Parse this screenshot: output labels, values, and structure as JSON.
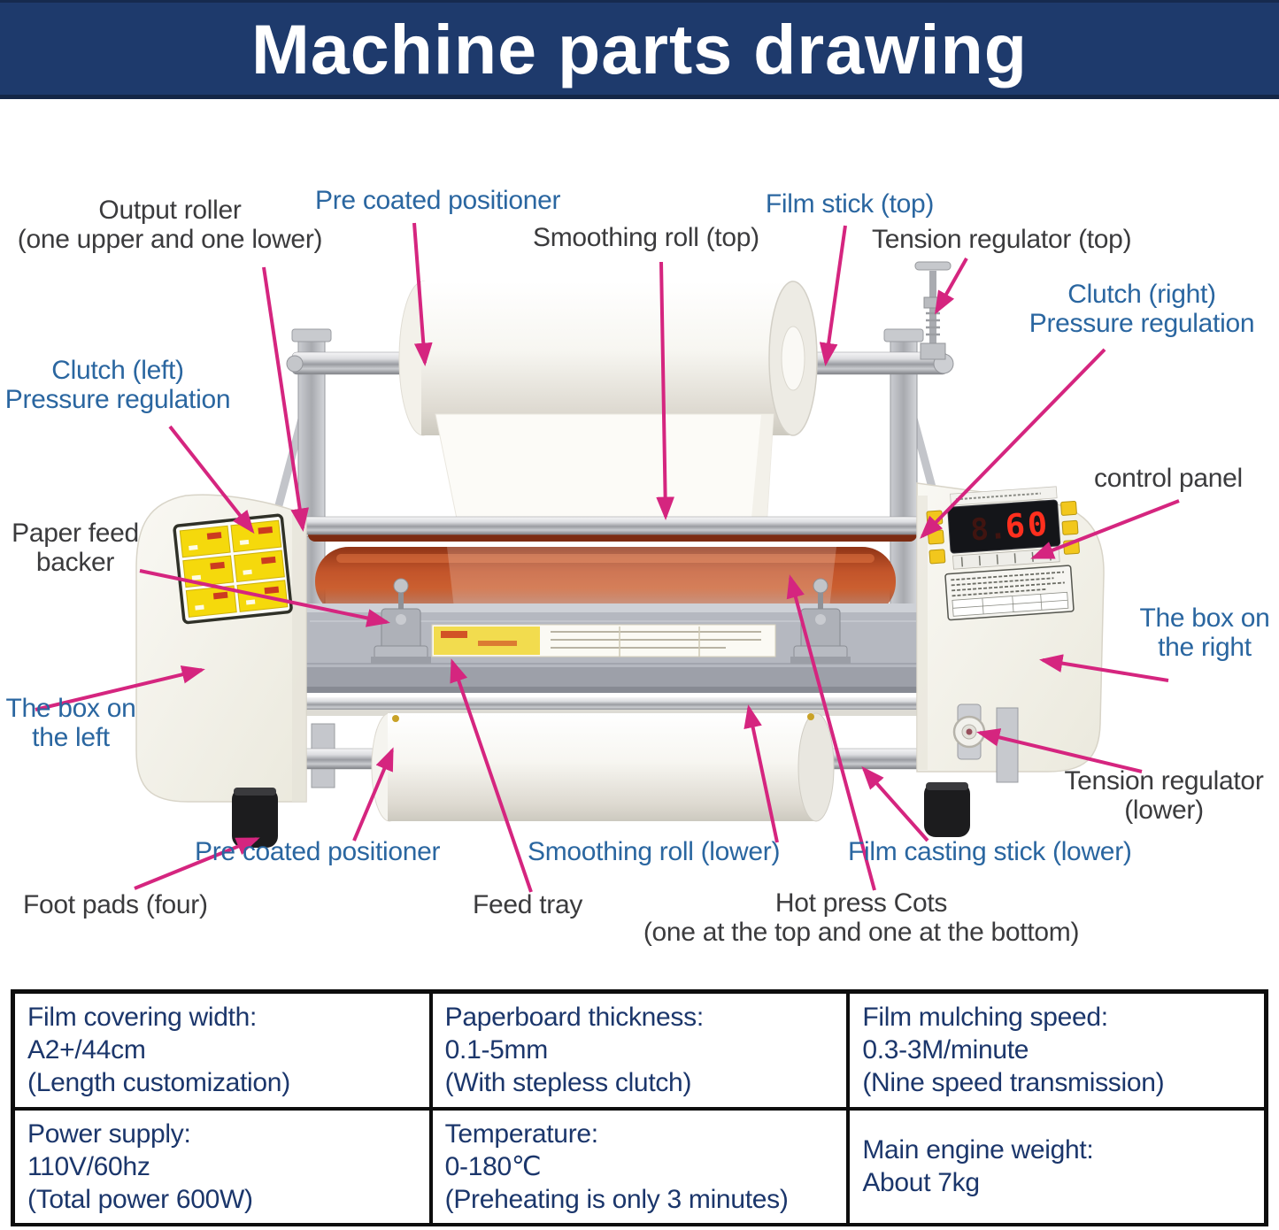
{
  "header": {
    "title": "Machine parts drawing"
  },
  "colors": {
    "header_bg": "#1e3a6c",
    "accent_pink": "#d5257f",
    "label_blue": "#2a66a0",
    "label_dark": "#3b3b3d",
    "table_text": "#1b366b",
    "roller_red": "#c2542a"
  },
  "machine": {
    "display_value": "60"
  },
  "labels": {
    "output_roller": "Output roller\n(one upper and one lower)",
    "pre_coated_positioner_top": "Pre coated positioner",
    "film_stick_top": "Film stick (top)",
    "smoothing_roll_top": "Smoothing roll (top)",
    "tension_regulator_top": "Tension regulator (top)",
    "clutch_right": "Clutch (right)\nPressure regulation",
    "clutch_left": "Clutch (left)\nPressure regulation",
    "control_panel": "control panel",
    "paper_feed_backer": "Paper feed\nbacker",
    "box_right": "The box on\nthe right",
    "box_left": "The box on\nthe left",
    "tension_regulator_lower": "Tension regulator\n(lower)",
    "pre_coated_positioner_bottom": "Pre coated positioner",
    "smoothing_roll_lower": "Smoothing roll (lower)",
    "film_casting_stick_lower": "Film casting stick (lower)",
    "foot_pads": "Foot pads (four)",
    "feed_tray": "Feed tray",
    "hot_press_cots": "Hot press Cots\n(one at the top and one at the bottom)"
  },
  "specs": {
    "cells": [
      {
        "text": "Film covering width:\nA2+/44cm\n(Length customization)"
      },
      {
        "text": "Paperboard thickness:\n0.1-5mm\n(With stepless clutch)"
      },
      {
        "text": "Film mulching speed:\n0.3-3M/minute\n(Nine speed transmission)"
      },
      {
        "text": "Power supply:\n110V/60hz\n(Total power 600W)"
      },
      {
        "text": "Temperature:\n0-180℃\n(Preheating is only 3 minutes)"
      },
      {
        "text": "Main engine weight:\nAbout 7kg"
      }
    ]
  }
}
